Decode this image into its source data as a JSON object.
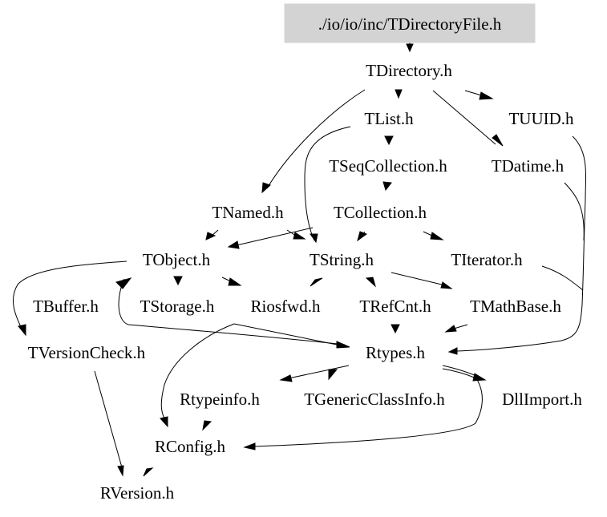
{
  "diagram": {
    "type": "include-dependency-graph",
    "root": "./io/io/inc/TDirectoryFile.h",
    "colors": {
      "root_fill": "#d3d3d3",
      "edge": "#000000",
      "text": "#000000",
      "background": "#ffffff"
    },
    "nodes": [
      {
        "id": "TDirectoryFile",
        "label": "./io/io/inc/TDirectoryFile.h",
        "highlighted": true
      },
      {
        "id": "TDirectory",
        "label": "TDirectory.h"
      },
      {
        "id": "TList",
        "label": "TList.h"
      },
      {
        "id": "TUUID",
        "label": "TUUID.h"
      },
      {
        "id": "TSeqCollection",
        "label": "TSeqCollection.h"
      },
      {
        "id": "TDatime",
        "label": "TDatime.h"
      },
      {
        "id": "TNamed",
        "label": "TNamed.h"
      },
      {
        "id": "TCollection",
        "label": "TCollection.h"
      },
      {
        "id": "TObject",
        "label": "TObject.h"
      },
      {
        "id": "TString",
        "label": "TString.h"
      },
      {
        "id": "TIterator",
        "label": "TIterator.h"
      },
      {
        "id": "TBuffer",
        "label": "TBuffer.h"
      },
      {
        "id": "TStorage",
        "label": "TStorage.h"
      },
      {
        "id": "Riosfwd",
        "label": "Riosfwd.h"
      },
      {
        "id": "TRefCnt",
        "label": "TRefCnt.h"
      },
      {
        "id": "TMathBase",
        "label": "TMathBase.h"
      },
      {
        "id": "TVersionCheck",
        "label": "TVersionCheck.h"
      },
      {
        "id": "Rtypes",
        "label": "Rtypes.h"
      },
      {
        "id": "Rtypeinfo",
        "label": "Rtypeinfo.h"
      },
      {
        "id": "TGenericClassInfo",
        "label": "TGenericClassInfo.h"
      },
      {
        "id": "DllImport",
        "label": "DllImport.h"
      },
      {
        "id": "RConfig",
        "label": "RConfig.h"
      },
      {
        "id": "RVersion",
        "label": "RVersion.h"
      }
    ],
    "edges": [
      {
        "from": "TDirectoryFile",
        "to": "TDirectory"
      },
      {
        "from": "TDirectory",
        "to": "TList"
      },
      {
        "from": "TDirectory",
        "to": "TUUID"
      },
      {
        "from": "TDirectory",
        "to": "TDatime"
      },
      {
        "from": "TDirectory",
        "to": "TNamed"
      },
      {
        "from": "TList",
        "to": "TSeqCollection"
      },
      {
        "from": "TList",
        "to": "TString"
      },
      {
        "from": "TSeqCollection",
        "to": "TCollection"
      },
      {
        "from": "TNamed",
        "to": "TObject"
      },
      {
        "from": "TNamed",
        "to": "TString"
      },
      {
        "from": "TCollection",
        "to": "TObject"
      },
      {
        "from": "TCollection",
        "to": "TString"
      },
      {
        "from": "TCollection",
        "to": "TIterator"
      },
      {
        "from": "TUUID",
        "to": "Rtypes"
      },
      {
        "from": "TDatime",
        "to": "Rtypes"
      },
      {
        "from": "TIterator",
        "to": "Rtypes"
      },
      {
        "from": "TObject",
        "to": "TStorage"
      },
      {
        "from": "TObject",
        "to": "Riosfwd"
      },
      {
        "from": "TObject",
        "to": "TVersionCheck"
      },
      {
        "from": "TObject",
        "to": "Rtypes"
      },
      {
        "from": "TString",
        "to": "Riosfwd"
      },
      {
        "from": "TString",
        "to": "TRefCnt"
      },
      {
        "from": "TString",
        "to": "TMathBase"
      },
      {
        "from": "TStorage",
        "to": "Rtypes"
      },
      {
        "from": "Riosfwd",
        "to": "RConfig"
      },
      {
        "from": "TRefCnt",
        "to": "Rtypes"
      },
      {
        "from": "TMathBase",
        "to": "Rtypes"
      },
      {
        "from": "TVersionCheck",
        "to": "RVersion"
      },
      {
        "from": "Rtypes",
        "to": "Rtypeinfo"
      },
      {
        "from": "Rtypes",
        "to": "TGenericClassInfo"
      },
      {
        "from": "Rtypes",
        "to": "DllImport"
      },
      {
        "from": "Rtypes",
        "to": "RConfig"
      },
      {
        "from": "Rtypeinfo",
        "to": "RConfig"
      },
      {
        "from": "RConfig",
        "to": "RVersion"
      }
    ]
  }
}
